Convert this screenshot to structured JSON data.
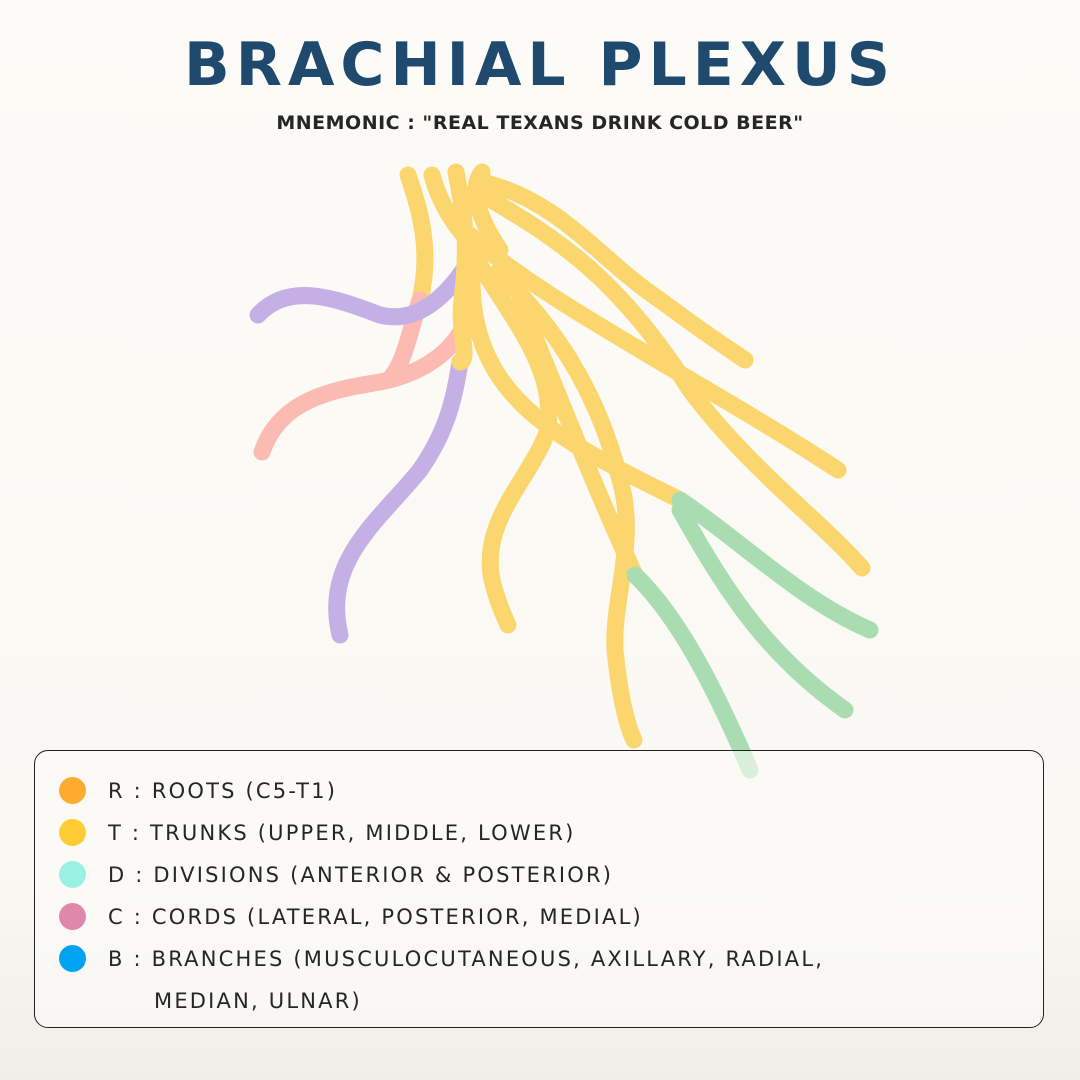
{
  "title": "BRACHIAL PLEXUS",
  "subtitle": "MNEMONIC : \"REAL TEXANS DRINK COLD BEER\"",
  "colors": {
    "title": "#1f4a6e",
    "roots": "#ffab2e",
    "trunks": "#ffcc33",
    "divisions": "#9af0e2",
    "cords": "#e087ae",
    "branches": "#00a3f2",
    "nerve_yellow": "#fbd66e",
    "nerve_green": "#a9dcb0",
    "nerve_purple": "#c5b0e6",
    "nerve_pink": "#fbbab2"
  },
  "legend": [
    {
      "letter": "R",
      "text": "R : ROOTS (C5-T1)",
      "cont": ""
    },
    {
      "letter": "T",
      "text": "T : TRUNKS (UPPER, MIDDLE, LOWER)",
      "cont": ""
    },
    {
      "letter": "D",
      "text": "D : DIVISIONS (ANTERIOR & POSTERIOR)",
      "cont": ""
    },
    {
      "letter": "C",
      "text": "C : CORDS (LATERAL, POSTERIOR, MEDIAL)",
      "cont": ""
    },
    {
      "letter": "B",
      "text": "B : BRANCHES (MUSCULOCUTANEOUS, AXILLARY, RADIAL,",
      "cont": "MEDIAN, ULNAR)"
    }
  ]
}
